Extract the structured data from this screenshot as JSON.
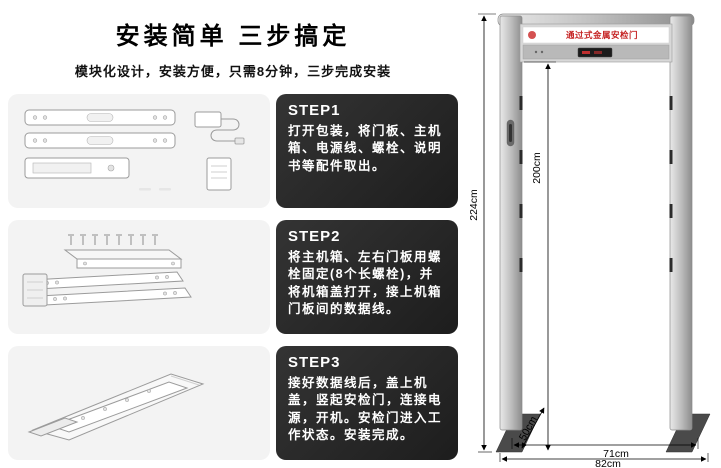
{
  "page": {
    "title": "安装简单 三步搞定",
    "subtitle": "模块化设计，安装方便，只需8分钟，三步完成安装"
  },
  "steps": [
    {
      "label": "STEP1",
      "text": "打开包装，将门板、主机箱、电源线、螺栓、说明书等配件取出。"
    },
    {
      "label": "STEP2",
      "text": "将主机箱、左右门板用螺栓固定(8个长螺栓)，并将机箱盖打开，接上机箱门板间的数据线。"
    },
    {
      "label": "STEP3",
      "text": "接好数据线后，盖上机盖，竖起安检门，连接电源，开机。安检门进入工作状态。安装完成。"
    }
  ],
  "product": {
    "sign_text": "通过式金属安检门",
    "dimensions": {
      "outer_height": "224cm",
      "inner_height": "200cm",
      "depth": "50cm",
      "inner_width": "71cm",
      "outer_width": "82cm"
    }
  },
  "colors": {
    "step_panel_bg": "#f3f3f3",
    "step_box_bg": "#272727",
    "sign_text_red": "#c52222",
    "text_black": "#111111"
  },
  "icons": [
    {
      "name": "step1-parts-illustration"
    },
    {
      "name": "step2-assembly-illustration"
    },
    {
      "name": "step3-assembled-door-illustration"
    },
    {
      "name": "security-gate-diagram"
    }
  ]
}
